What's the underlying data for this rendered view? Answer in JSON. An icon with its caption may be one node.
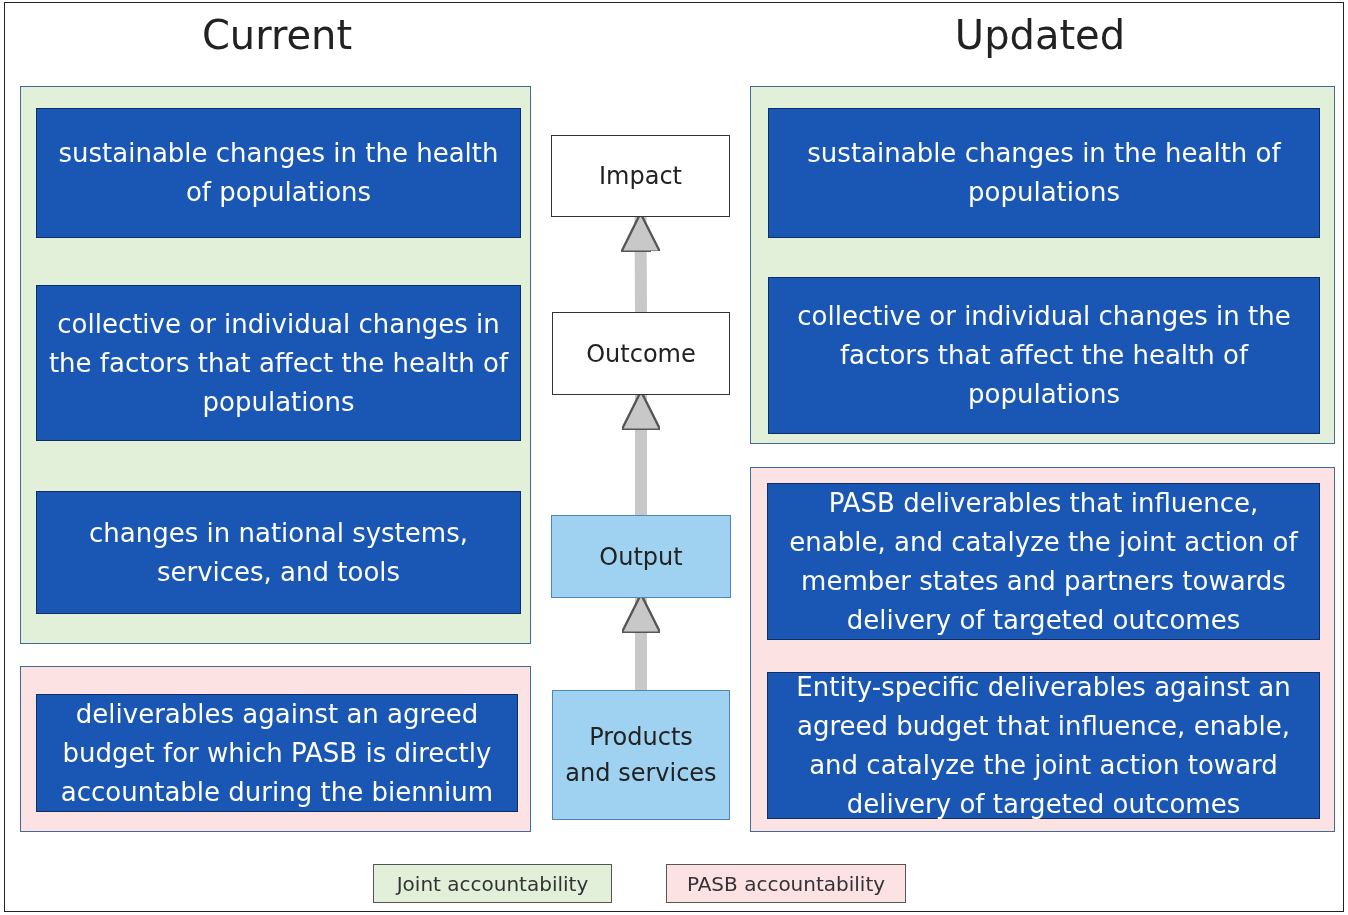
{
  "diagram": {
    "nodes": [
      {
        "text": [],
        "shape": "box"
      },
      {
        "text": [
          "sustainable changes in the health of populations"
        ],
        "in": 0
      },
      {
        "text": [
          "collective or individual changes in the factors that affect the health of populations"
        ],
        "in": 0
      },
      {
        "text": [
          "changes in national systems, services, and tools"
        ],
        "in": 0
      },
      {
        "text": [],
        "shape": "box"
      },
      {
        "text": [
          "deliverables against an agreed budget for which PASB is directly accountable during the biennium"
        ],
        "in": 4
      },
      {
        "text": [
          "Impact"
        ]
      },
      {
        "text": [
          "Outcome"
        ]
      },
      {
        "text": [
          "Output"
        ]
      },
      {
        "text": [
          "Products and services"
        ]
      },
      {
        "text": [],
        "shape": "box"
      },
      {
        "text": [
          "sustainable changes in the health of populations"
        ],
        "in": 10
      },
      {
        "text": [
          "collective or individual changes in the factors that affect the health of populations"
        ],
        "in": 10
      },
      {
        "text": [],
        "shape": "box"
      },
      {
        "text": [
          "PASB deliverables that influence, enable, and catalyze the joint action of member states and partners towards delivery of targeted outcomes"
        ],
        "in": 13
      },
      {
        "text": [
          "Entity-specific deliverables against an agreed budget that influence, enable, and catalyze the joint action toward delivery of targeted outcomes"
        ],
        "in": 13
      }
    ],
    "edges": [
      {
        "from": 9,
        "to": 8,
        "arrow": "to"
      },
      {
        "from": 8,
        "to": 7,
        "arrow": "to"
      },
      {
        "from": 7,
        "to": 6,
        "arrow": "to"
      }
    ],
    "labels": [
      "Current",
      "Updated"
    ],
    "legend": [
      {
        "text": "Joint accountability",
        "color": "#e2f0d9"
      },
      {
        "text": "PASB accountability",
        "color": "#fde2e4"
      }
    ]
  }
}
